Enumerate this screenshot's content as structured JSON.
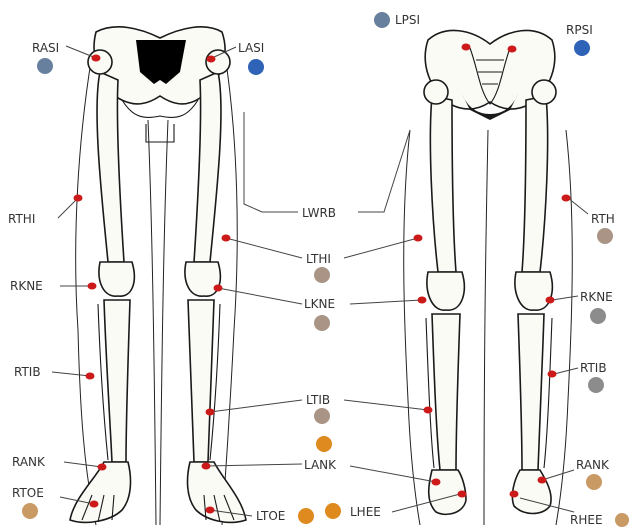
{
  "colors": {
    "blue": "#2f63b8",
    "slate": "#66809e",
    "taupe": "#a99485",
    "gray": "#8c8c8c",
    "orange": "#de8a1e",
    "tan": "#c99a64",
    "marker_red": "#cc1a1a"
  },
  "labels": {
    "rasi": "RASI",
    "lasi": "LASI",
    "lpsi": "LPSI",
    "rpsi": "RPSI",
    "rthi_front": "RTHI",
    "rth_back": "RTH",
    "lwrb": "LWRB",
    "lthi": "LTHI",
    "rkne_front": "RKNE",
    "lkne": "LKNE",
    "rkne_back": "RKNE",
    "rtib_front": "RTIB",
    "ltib": "LTIB",
    "rtib_back": "RTIB",
    "rank_front": "RANK",
    "lank": "LANK",
    "rank_back": "RANK",
    "rtoe": "RTOE",
    "ltoe": "LTOE",
    "lhee": "LHEE",
    "rhee": "RHEE"
  }
}
